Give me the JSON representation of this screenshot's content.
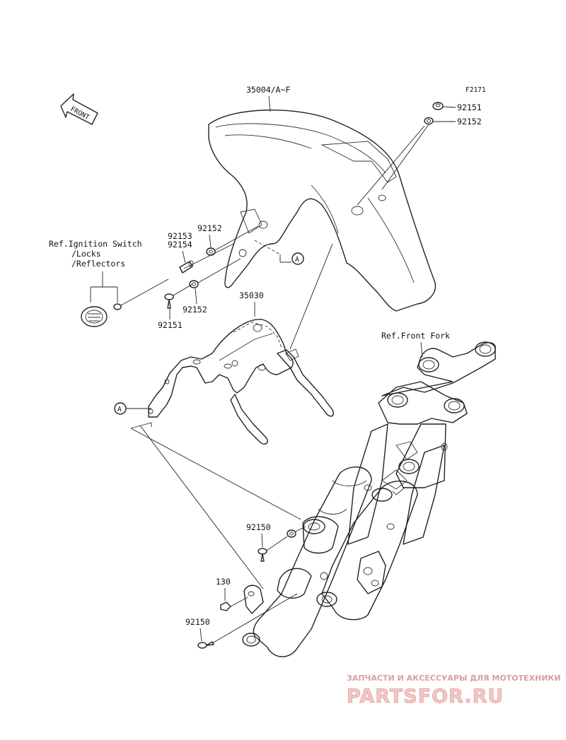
{
  "diagram": {
    "figure_code": "F2171",
    "front_arrow_label": "FRONT",
    "callouts": {
      "fender_set": "35004/A~F",
      "bracket": "35030",
      "bolt_top": "92151",
      "washer_top": "92152",
      "washer_left_top": "92152",
      "collar_a": "92153",
      "collar_b": "92154",
      "washer_left_bottom": "92152",
      "bolt_left": "92151",
      "bolt_fork": "92150",
      "nut_130": "130",
      "bolt_fork_bottom": "92150"
    },
    "ref_ignition": {
      "line1": "Ref.Ignition Switch",
      "line2": "/Locks",
      "line3": "/Reflectors"
    },
    "ref_front_fork": "Ref.Front Fork",
    "marker_a": "A",
    "marker_a2": "A"
  },
  "watermark": {
    "tagline": "ЗАПЧАСТИ И АКСЕССУАРЫ ДЛЯ МОТОТЕХНИКИ",
    "brand": "PARTSFOR.RU"
  },
  "colors": {
    "line": "#222222",
    "watermark": "#e7a9a9"
  }
}
